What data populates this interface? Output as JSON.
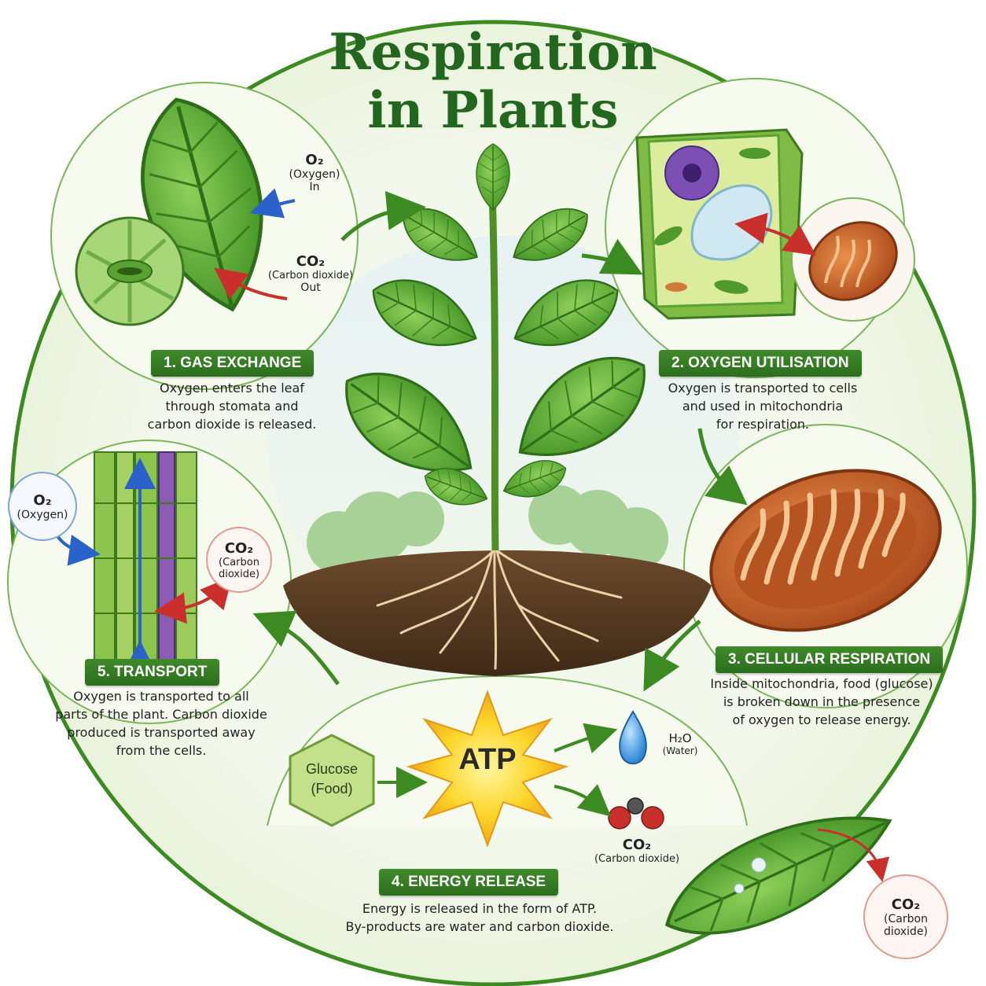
{
  "title": {
    "line1": "Respiration",
    "line2": "in Plants"
  },
  "colors": {
    "accent_green": "#2c6e1d",
    "oxygen_blue": "#2a62c9",
    "co2_red": "#c9302c",
    "mitochondria_orange": "#c8601c",
    "atp_yellow": "#f7c21c"
  },
  "steps": {
    "gas_exchange": {
      "label": "1. GAS EXCHANGE",
      "description": "Oxygen enters the leaf\nthrough stomata and\ncarbon dioxide is released.",
      "o2_formula": "O₂",
      "o2_name": "(Oxygen)",
      "o2_direction": "In",
      "co2_formula": "CO₂",
      "co2_name": "(Carbon dioxide)",
      "co2_direction": "Out"
    },
    "oxygen_utilisation": {
      "label": "2. OXYGEN UTILISATION",
      "description": "Oxygen is transported to cells\nand used in mitochondria\nfor respiration."
    },
    "cellular_respiration": {
      "label": "3. CELLULAR RESPIRATION",
      "description": "Inside mitochondria, food (glucose)\nis broken down in the presence\nof oxygen to release energy."
    },
    "energy_release": {
      "label": "4. ENERGY RELEASE",
      "description": "Energy is released in the form of ATP.\nBy-products are water and carbon dioxide.",
      "glucose_line1": "Glucose",
      "glucose_line2": "(Food)",
      "atp": "ATP",
      "water_formula": "H₂O",
      "water_name": "(Water)",
      "co2_formula": "CO₂",
      "co2_name": "(Carbon dioxide)"
    },
    "transport": {
      "label": "5. TRANSPORT",
      "description": "Oxygen is transported to all\nparts of the plant. Carbon dioxide\nproduced is transported away\nfrom the cells.",
      "o2_formula": "O₂",
      "o2_name": "(Oxygen)",
      "co2_formula": "CO₂",
      "co2_line1": "(Carbon",
      "co2_line2": "dioxide)"
    }
  },
  "leaf_corner": {
    "co2_formula": "CO₂",
    "co2_line1": "(Carbon",
    "co2_line2": "dioxide)"
  },
  "icons": [
    "leaf-icon",
    "stomata-icon",
    "plant-cell-icon",
    "mitochondria-icon",
    "xylem-phloem-icon",
    "atp-burst-icon",
    "water-drop-icon",
    "co2-molecule-icon",
    "glucose-hexagon-icon",
    "arrow-icon"
  ]
}
